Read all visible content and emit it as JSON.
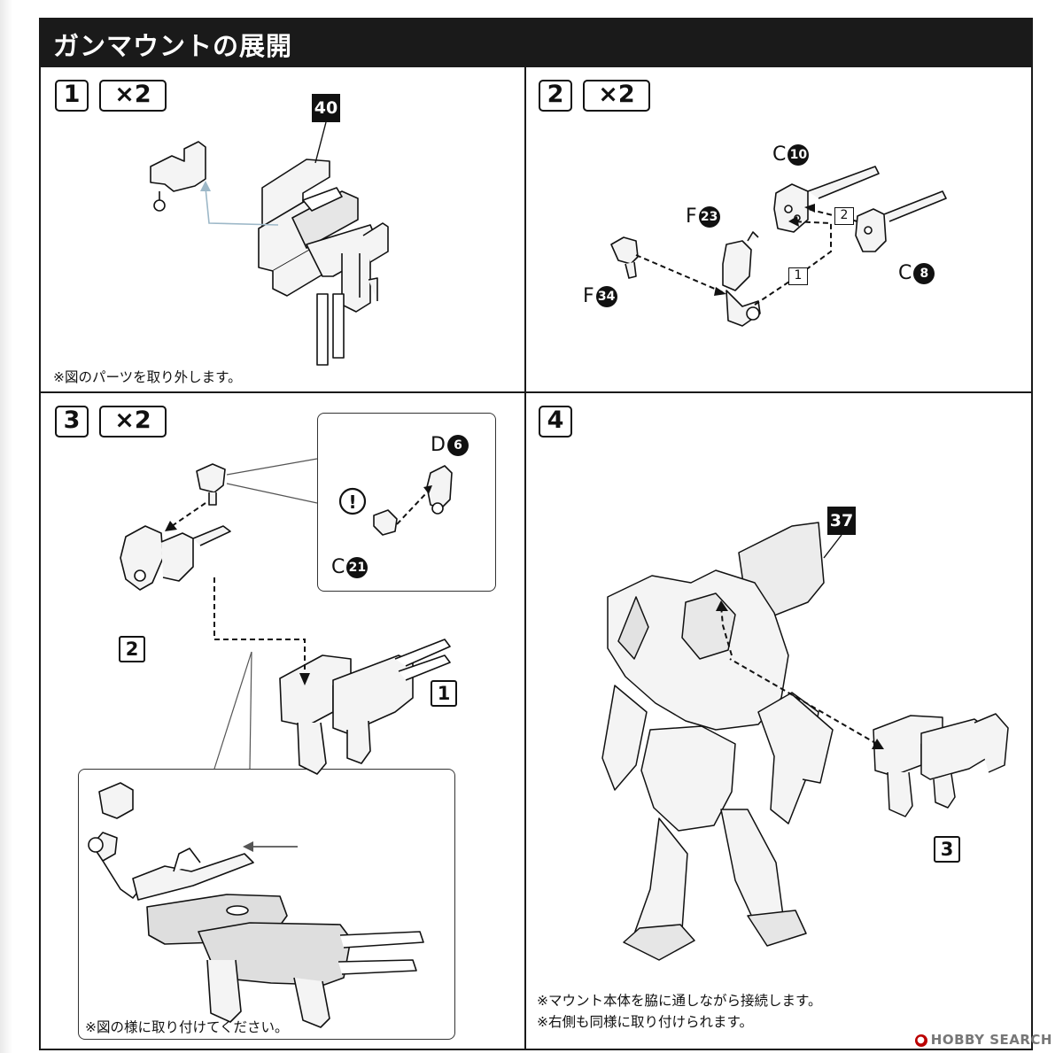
{
  "title": "ガンマウントの展開",
  "steps": [
    {
      "number": "1",
      "quantity": "×2",
      "part_number": "40",
      "note": "※図のパーツを取り外します。"
    },
    {
      "number": "2",
      "quantity": "×2",
      "callouts": [
        {
          "letter": "C",
          "num": "10"
        },
        {
          "letter": "F",
          "num": "23"
        },
        {
          "letter": "F",
          "num": "34"
        },
        {
          "letter": "C",
          "num": "8"
        }
      ],
      "sub_steps": [
        "2",
        "1"
      ]
    },
    {
      "number": "3",
      "quantity": "×2",
      "callouts": [
        {
          "letter": "D",
          "num": "6"
        },
        {
          "letter": "C",
          "num": "21"
        }
      ],
      "caution_mark": "!",
      "refs": [
        "2",
        "1"
      ],
      "note": "※図の様に取り付けてください。"
    },
    {
      "number": "4",
      "part_number": "37",
      "refs": [
        "3"
      ],
      "notes": [
        "※マウント本体を脇に通しながら接続します。",
        "※右側も同様に取り付けられます。"
      ]
    }
  ],
  "watermark": "HOBBY SEARCH"
}
